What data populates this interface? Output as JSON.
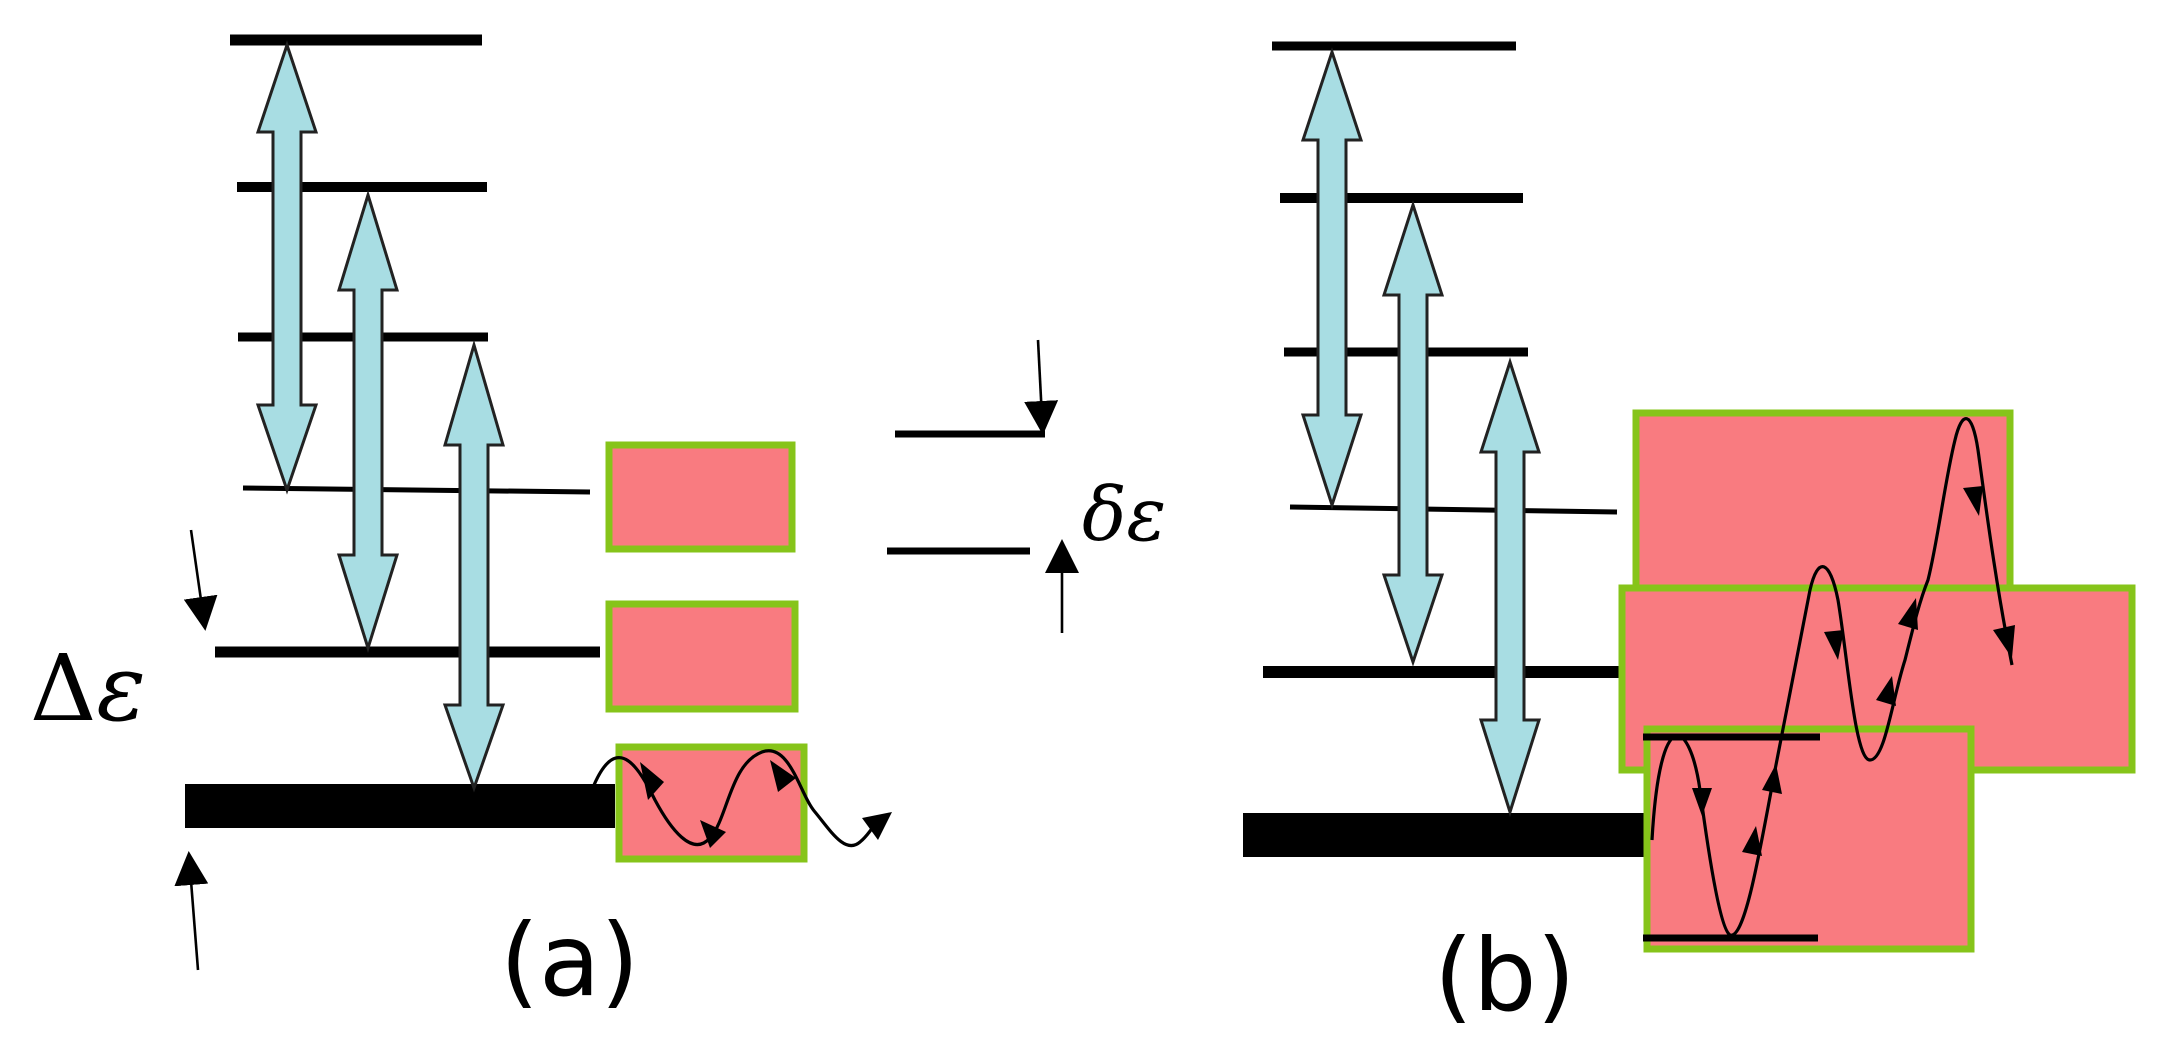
{
  "labels": {
    "panel_a": "(a)",
    "panel_b": "(b)",
    "delta_epsilon_symbol": "Δ",
    "delta_epsilon_var": "ε",
    "small_delta_epsilon": "δε"
  },
  "colors": {
    "double_arrow_fill": "#a8dde3",
    "box_fill": "#f97b80",
    "box_border": "#86c41a",
    "line": "#000000"
  }
}
